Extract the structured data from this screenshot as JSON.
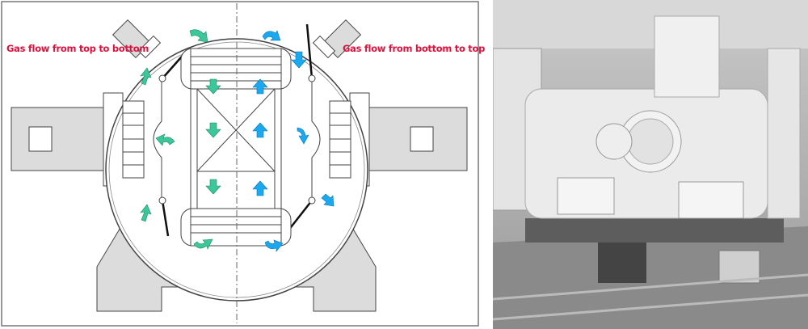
{
  "diagram": {
    "label_left": "Gas flow from top to bottom",
    "label_right": "Gas flow from bottom to top",
    "colors": {
      "down_flow": "#3cc79a",
      "up_flow": "#1aa8f0",
      "label": "#e0103c",
      "frame": "#555555",
      "fill": "#dcdcdc"
    }
  },
  "photo": {
    "icon": "furnace-photo"
  }
}
